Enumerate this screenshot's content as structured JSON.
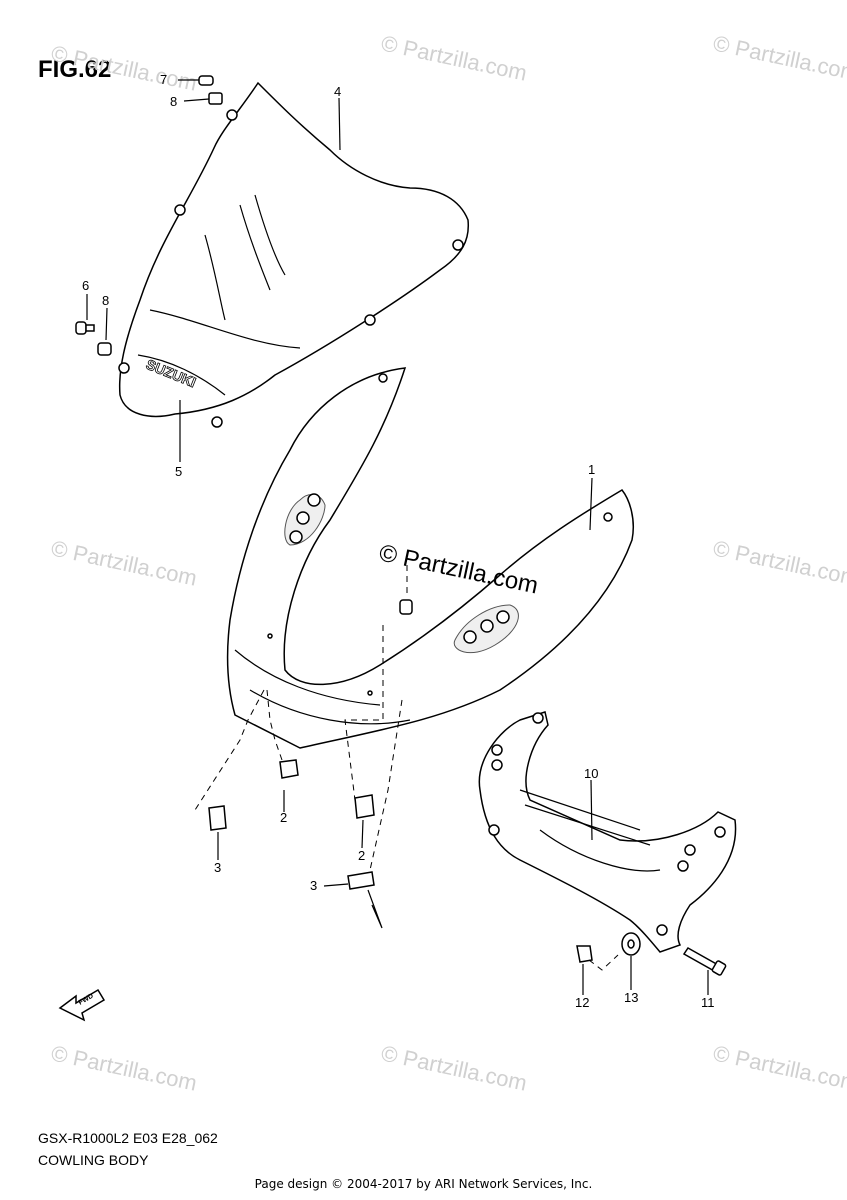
{
  "figure": {
    "title": "FIG.62"
  },
  "watermark": {
    "text": "© Partzilla.com"
  },
  "center_watermark": {
    "text": "© Partzilla.com"
  },
  "windscreen": {
    "brand": "SUZUKI"
  },
  "fwd_badge": {
    "text": "FWD"
  },
  "callouts": {
    "c1": "1",
    "c2a": "2",
    "c2b": "2",
    "c3a": "3",
    "c3b": "3",
    "c4": "4",
    "c5": "5",
    "c6": "6",
    "c7": "7",
    "c8a": "8",
    "c8b": "8",
    "c10": "10",
    "c11": "11",
    "c12": "12",
    "c13": "13"
  },
  "footer": {
    "model_code": "GSX-R1000L2 E03 E28_062",
    "section_name": "COWLING BODY",
    "copyright": "Page design © 2004-2017 by ARI Network Services, Inc."
  }
}
